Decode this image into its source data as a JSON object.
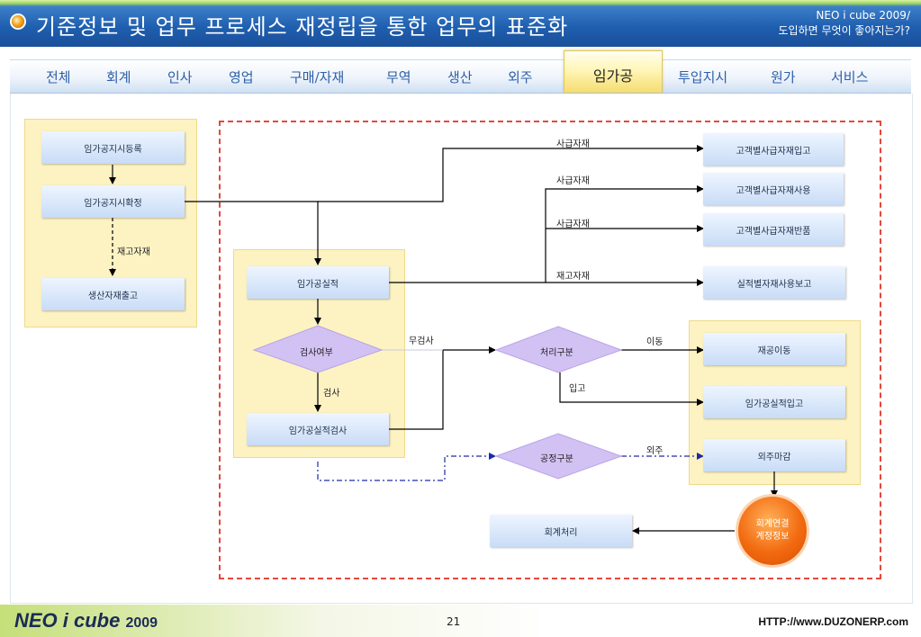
{
  "header": {
    "title": "기준정보 및 업무 프로세스 재정립을 통한 업무의 표준화",
    "right_line1": "NEO i cube 2009/",
    "right_line2": "도입하면 무엇이 좋아지는가?"
  },
  "tabs": [
    "전체",
    "회계",
    "인사",
    "영업",
    "구매/자재",
    "무역",
    "생산",
    "외주",
    "임가공",
    "투입지시",
    "원가",
    "서비스"
  ],
  "active_tab": "임가공",
  "nodes": {
    "reg": "임가공지시등록",
    "confirm": "임가공지시확정",
    "issue": "생산자재출고",
    "result": "임가공실적",
    "inspect_q": "검사여부",
    "result_insp": "임가공실적검사",
    "proc_div": "처리구분",
    "proc_type": "공정구분",
    "cust_in": "고객별사급자재입고",
    "cust_use": "고객별사급자재사용",
    "cust_ret": "고객별사급자재반품",
    "use_report": "실적별자재사용보고",
    "wip_move": "재공이동",
    "result_in": "임가공실적입고",
    "subcon_close": "외주마감",
    "accounting": "회계처리",
    "acct_link_1": "회계연결",
    "acct_link_2": "계정정보"
  },
  "edges": {
    "stock_material_left": "재고자재",
    "supply1": "사급자재",
    "supply2": "사급자재",
    "supply3": "사급자재",
    "stock_material": "재고자재",
    "no_inspect": "무검사",
    "inspect": "검사",
    "move": "이동",
    "receive": "입고",
    "subcon": "외주"
  },
  "footer": {
    "logo_main": "NEO i cube",
    "logo_year": "2009",
    "page": "21",
    "url": "HTTP://www.DUZONERP.com"
  },
  "colors": {
    "header_blue": "#1f5fb0",
    "accent_orange": "#f26a10",
    "panel_yellow": "#fdf2c2",
    "frame_red": "#e4473d",
    "diamond_purple": "#c9b6f0"
  }
}
